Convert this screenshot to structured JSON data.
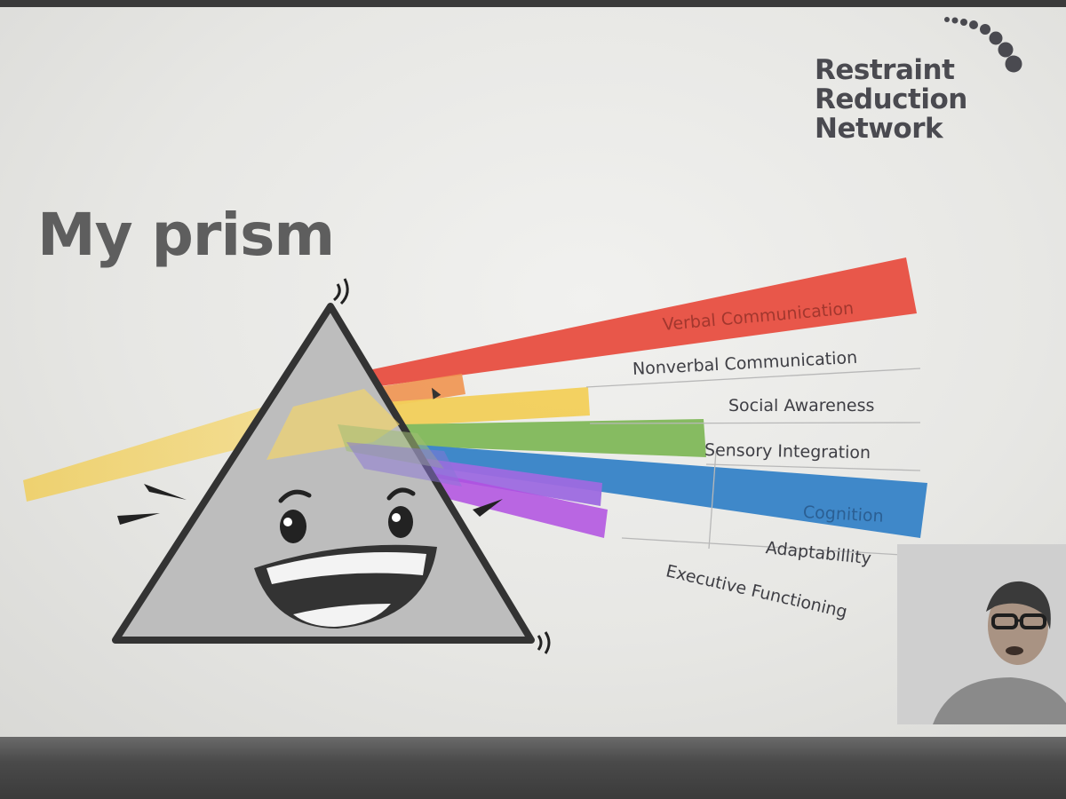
{
  "slide": {
    "title": "My prism",
    "logo": {
      "line1": "Restraint",
      "line2": "Reduction",
      "line3": "Network"
    },
    "spectrum_labels": [
      "Verbal Communication",
      "Nonverbal Communication",
      "Social Awareness",
      "Sensory Integration",
      "Cognition",
      "Adaptabillity",
      "Executive Functioning"
    ],
    "colors": {
      "red": "#e8574a",
      "orange": "#ef8d4a",
      "yellow": "#f2cf5a",
      "green": "#86bb61",
      "blue": "#3f88c9",
      "purple": "#a05bd9",
      "prism": "#b8b8b8",
      "outline": "#333333"
    },
    "icons": [
      "prism-character-icon",
      "logo-dots-icon",
      "cursor-icon"
    ]
  },
  "webcam": {
    "label": "presenter-video"
  }
}
